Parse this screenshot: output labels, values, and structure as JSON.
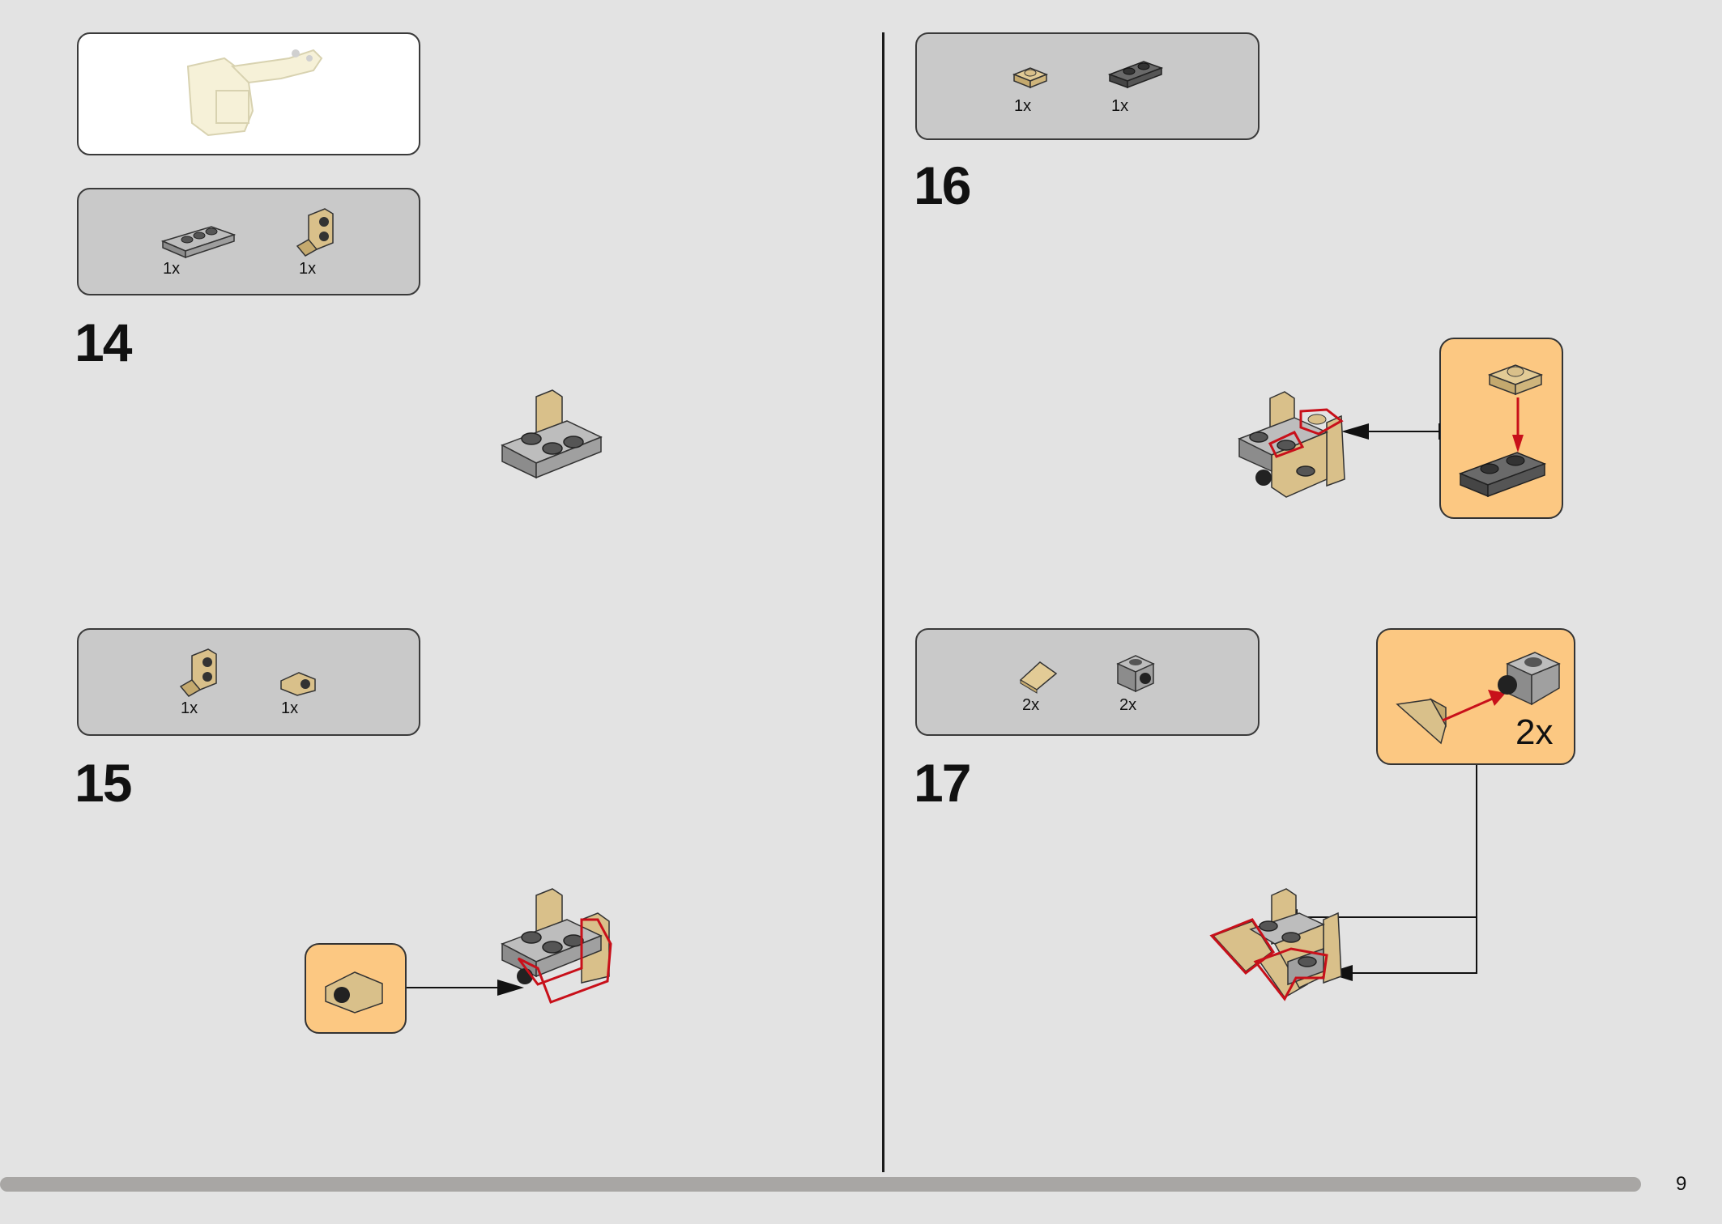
{
  "page_number": "9",
  "colors": {
    "background": "#e3e3e3",
    "parts_box": "#c9c9c9",
    "callout": "#fcc882",
    "tan": "#d9c08a",
    "light_gray": "#a9a9a9",
    "dark_gray": "#555555",
    "highlight_red": "#c8101a"
  },
  "steps": [
    {
      "number": "14",
      "parts": [
        {
          "icon": "light-gray-plate-1x3-icon",
          "qty": "1x"
        },
        {
          "icon": "tan-bracket-icon",
          "qty": "1x"
        }
      ]
    },
    {
      "number": "15",
      "parts": [
        {
          "icon": "tan-bracket-icon",
          "qty": "1x"
        },
        {
          "icon": "tan-side-bracket-icon",
          "qty": "1x"
        }
      ]
    },
    {
      "number": "16",
      "parts": [
        {
          "icon": "tan-plate-1x1-icon",
          "qty": "1x"
        },
        {
          "icon": "dark-gray-plate-1x2-icon",
          "qty": "1x"
        }
      ]
    },
    {
      "number": "17",
      "parts": [
        {
          "icon": "tan-slope-icon",
          "qty": "2x"
        },
        {
          "icon": "light-gray-side-bracket-icon",
          "qty": "2x"
        }
      ],
      "callout_multiplier": "2x"
    }
  ]
}
